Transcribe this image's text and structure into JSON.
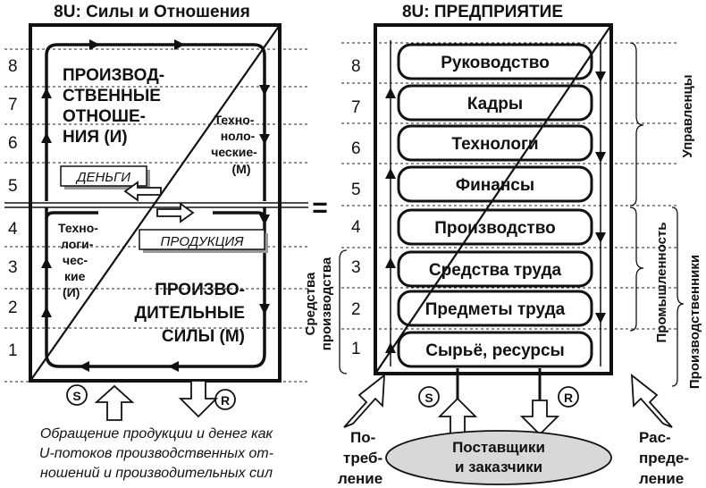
{
  "left": {
    "title": "8U: Силы и Отношения",
    "levels": [
      "8",
      "7",
      "6",
      "5",
      "4",
      "3",
      "2",
      "1"
    ],
    "relations": [
      "ПРОИЗВОД-",
      "СТВЕННЫЕ",
      "ОТНОШЕ-",
      "НИЯ (И)"
    ],
    "forces": [
      "ПРОИЗВО-",
      "ДИТЕЛЬНЫЕ",
      "СИЛЫ (М)"
    ],
    "tech_right": [
      "Техно-",
      "ноло-",
      "ческие-",
      "(М)"
    ],
    "tech_left": [
      "Техно-",
      "логи-",
      "чес-",
      "кие",
      "(И)"
    ],
    "money_label": "ДЕНЬГИ",
    "product_label": "ПРОДУКЦИЯ",
    "s_label": "S",
    "r_label": "R",
    "caption": [
      "Обращение продукции и денег как",
      "U-потоков производственных от-",
      "ношений и производительных сил"
    ]
  },
  "equals": "=",
  "right": {
    "title": "8U: ПРЕДПРИЯТИЕ",
    "levels": [
      "8",
      "7",
      "6",
      "5",
      "4",
      "3",
      "2",
      "1"
    ],
    "rows": [
      "Руководство",
      "Кадры",
      "Технологи",
      "Финансы",
      "Производство",
      "Средства труда",
      "Предметы труда",
      "Сырьё, ресурсы"
    ],
    "side_means": [
      "Средства",
      "производства"
    ],
    "side_managers": "Управленцы",
    "side_industry": "Промышленность",
    "side_producers": "Производственники",
    "consumption": [
      "По-",
      "треб-",
      "ление"
    ],
    "distribution": [
      "Рас-",
      "преде-",
      "ление"
    ],
    "suppliers": [
      "Поставщики",
      "и заказчики"
    ],
    "s_label": "S",
    "r_label": "R"
  }
}
